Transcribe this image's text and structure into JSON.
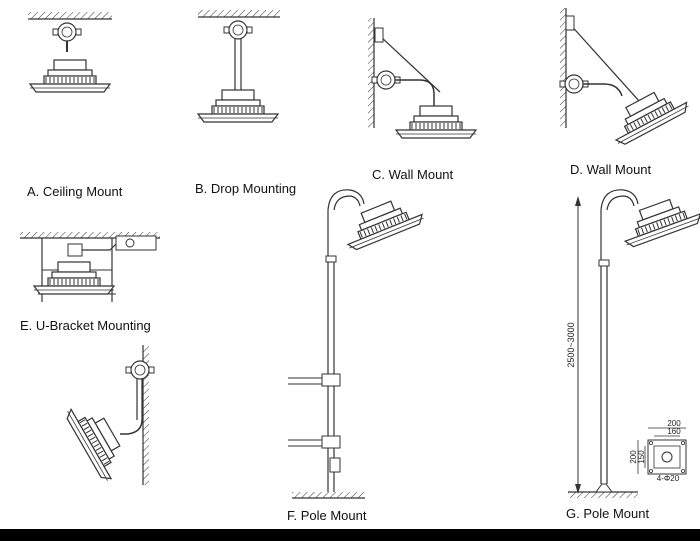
{
  "labels": {
    "a": "A. Ceiling Mount",
    "b": "B. Drop Mounting",
    "c": "C. Wall Mount",
    "d": "D. Wall Mount",
    "e": "E. U-Bracket Mounting",
    "f": "F. Pole Mount",
    "g": "G. Pole Mount"
  },
  "dimensions": {
    "pole_height": "2500~3000",
    "base_outer": "200",
    "base_inner": "160",
    "base_side_outer": "200",
    "base_side_inner": "150",
    "base_holes": "4-Φ20"
  },
  "colors": {
    "line": "#333333",
    "background": "#ffffff",
    "bottom_bar": "#000000"
  }
}
